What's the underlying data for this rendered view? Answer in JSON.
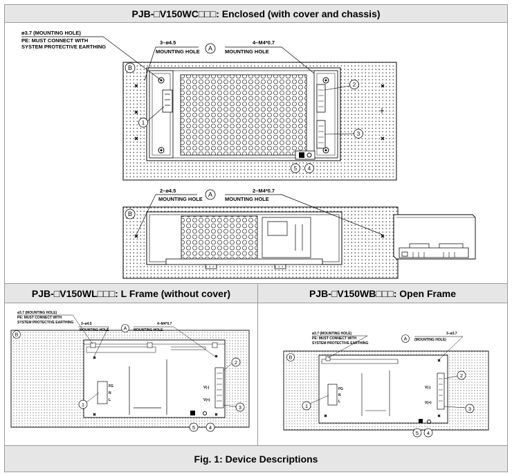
{
  "header_top": "PJB-□V150WC□□□: Enclosed (with cover and chassis)",
  "header_lframe": "PJB-□V150WL□□□: L Frame (without cover)",
  "header_open": "PJB-□V150WB□□□: Open Frame",
  "caption": "Fig. 1: Device Descriptions",
  "enclosed_top": {
    "note1": "ø3.7 (MOUNTING HOLE)",
    "note2": "PE: MUST CONNECT WITH",
    "note3": "SYSTEM PROTECTIVE EARTHING",
    "holes_left": "3–ø4.5",
    "holes_left_label": "MOUNTING HOLE",
    "holes_right": "4–M4*0.7",
    "holes_right_label": "MOUNTING HOLE",
    "marker_a": "A",
    "marker_b": "B",
    "callouts": [
      "1",
      "2",
      "3",
      "4",
      "5"
    ]
  },
  "enclosed_side": {
    "holes_left": "2–ø4.5",
    "holes_left_label": "MOUNTING HOLE",
    "holes_right": "2–M4*0.7",
    "holes_right_label": "MOUNTING HOLE",
    "marker_a": "A",
    "marker_b": "B"
  },
  "lframe": {
    "note1": "ø3.7 (MOUNTING HOLE)",
    "note2": "PE: MUST CONNECT WITH",
    "note3": "SYSTEM PROTECTIVE EARTHING",
    "holes_left": "3–ø4.5",
    "holes_left_label": "MOUNTING HOLE",
    "holes_right": "4–M4*0.7",
    "holes_right_label": "MOUNTING HOLE",
    "marker_a": "A",
    "marker_b": "B",
    "terminals": [
      "FG",
      "N",
      "L"
    ],
    "out_neg": "V(-)",
    "out_pos": "V(+)",
    "callouts": [
      "1",
      "2",
      "3",
      "4",
      "5"
    ]
  },
  "openframe": {
    "note1": "ø3.7 (MOUNTING HOLE)",
    "note2": "PE: MUST CONNECT WITH",
    "note3": "SYSTEM PROTECTIVE EARTHING",
    "holes_right": "3–ø3.7",
    "holes_right_label": "(MOUNTING HOLE)",
    "marker_a": "A",
    "marker_b": "B",
    "terminals": [
      "FG",
      "N",
      "L"
    ],
    "out_neg": "V(-)",
    "out_pos": "V(+)",
    "callouts": [
      "1",
      "2",
      "3",
      "4",
      "5"
    ]
  }
}
